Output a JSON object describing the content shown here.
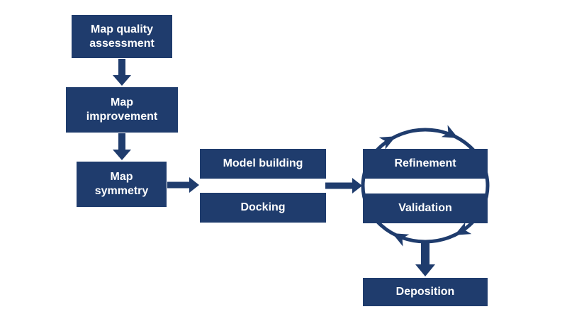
{
  "nodes": {
    "map_quality": {
      "label": "Map quality\nassessment"
    },
    "map_improvement": {
      "label": "Map\nimprovement"
    },
    "map_symmetry": {
      "label": "Map\nsymmetry"
    },
    "model_building": {
      "label": "Model building"
    },
    "docking": {
      "label": "Docking"
    },
    "refinement": {
      "label": "Refinement"
    },
    "validation": {
      "label": "Validation"
    },
    "deposition": {
      "label": "Deposition"
    }
  },
  "edges": [
    {
      "from": "map_quality",
      "to": "map_improvement",
      "type": "arrow-down"
    },
    {
      "from": "map_improvement",
      "to": "map_symmetry",
      "type": "arrow-down"
    },
    {
      "from": "map_symmetry",
      "to": "model_building_and_docking",
      "type": "arrow-right"
    },
    {
      "from": "model_building_and_docking",
      "to": "refinement_and_validation",
      "type": "arrow-right"
    },
    {
      "from": "refinement",
      "to": "validation",
      "type": "cycle"
    },
    {
      "from": "refinement_and_validation",
      "to": "deposition",
      "type": "arrow-down"
    }
  ],
  "cycle": {
    "direction": "clockwise",
    "arrowheads": 4
  },
  "colors": {
    "node_fill": "#1f3c6d",
    "node_text": "#ffffff",
    "connector": "#1f3c6d",
    "background": "#ffffff"
  }
}
